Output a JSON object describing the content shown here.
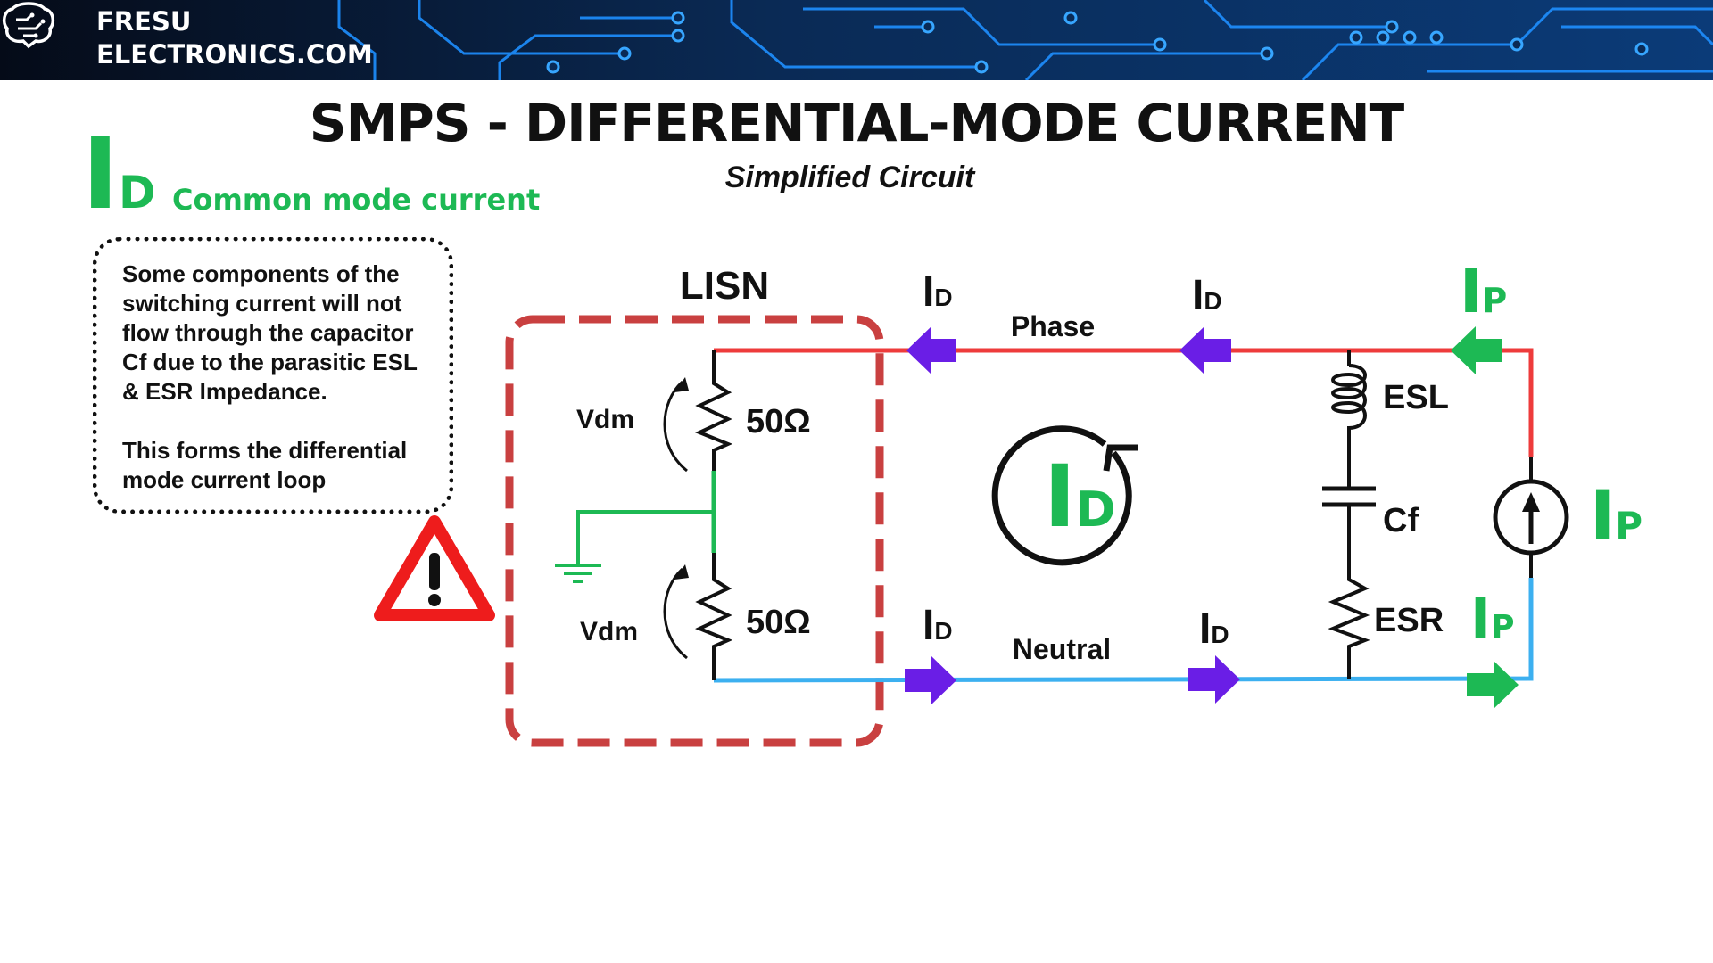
{
  "brand": {
    "line1": "FRESU",
    "line2": "ELECTRONICS.COM"
  },
  "title": "SMPS - DIFFERENTIAL-MODE CURRENT",
  "subtitle": "Simplified Circuit",
  "legend": {
    "symbol": "I",
    "subscript": "D",
    "text": "Common mode current",
    "color": "#1db954"
  },
  "note": {
    "paragraph1": "Some components of the switching current will not flow through the capacitor Cf due to the parasitic ESL & ESR Impedance.",
    "paragraph2": "This forms the differential mode current loop"
  },
  "diagram": {
    "lisn_label": "LISN",
    "phase_label": "Phase",
    "neutral_label": "Neutral",
    "vdm_top": "Vdm",
    "vdm_bottom": "Vdm",
    "resistor_top": "50Ω",
    "resistor_bottom": "50Ω",
    "esl": "ESL",
    "cf": "Cf",
    "esr": "ESR",
    "current_d_symbol": "I",
    "current_d_sub": "D",
    "current_p_symbol": "I",
    "current_p_sub": "P",
    "colors": {
      "phase_wire": "#ee3b3b",
      "neutral_wire": "#3cb0f0",
      "ground_wire": "#1db954",
      "lisn_border": "#c94040",
      "diff_arrow": "#6a1ee6",
      "source_arrow": "#1db954",
      "warning": "#ee1c1c"
    }
  }
}
